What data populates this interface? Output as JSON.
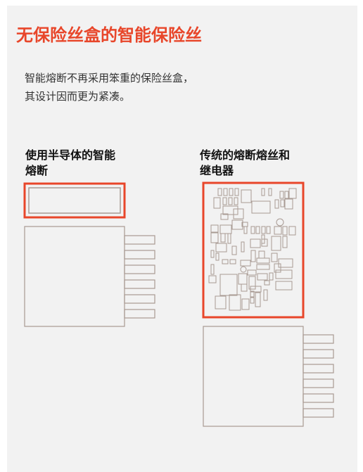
{
  "title": "无保险丝盒的智能保险丝",
  "description": {
    "line1": "智能熔断不再采用笨重的保险丝盒，",
    "line2": "其设计因而更为紧凑。"
  },
  "left": {
    "label_line1": "使用半导体的智能",
    "label_line2": "熔断"
  },
  "right": {
    "label_line1": "传统的熔断熔丝和",
    "label_line2": "继电器"
  },
  "colors": {
    "accent": "#e8462a",
    "outline": "#a89a93",
    "panel": "#f2f2f2"
  }
}
